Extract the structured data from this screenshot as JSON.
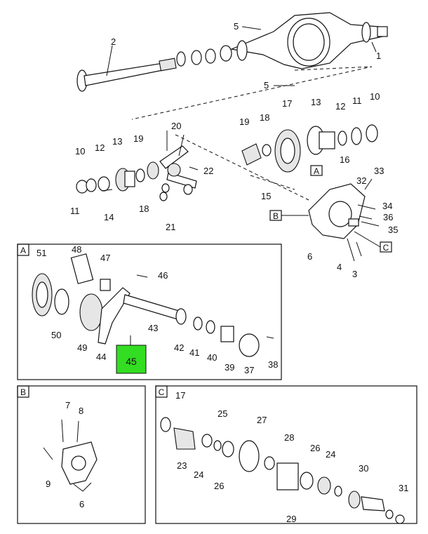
{
  "callouts_main": [
    "1",
    "2",
    "3",
    "4",
    "5",
    "5",
    "6",
    "10",
    "10",
    "11",
    "11",
    "12",
    "12",
    "13",
    "13",
    "14",
    "15",
    "16",
    "17",
    "18",
    "18",
    "19",
    "19",
    "20",
    "21",
    "22",
    "32",
    "33",
    "34",
    "35",
    "36"
  ],
  "callouts_a": [
    "37",
    "38",
    "39",
    "40",
    "41",
    "42",
    "43",
    "44",
    "46",
    "47",
    "48",
    "49",
    "50",
    "51"
  ],
  "highlight_callout": "45",
  "callouts_b": [
    "6",
    "7",
    "8",
    "9"
  ],
  "callouts_c": [
    "17",
    "23",
    "24",
    "24",
    "25",
    "26",
    "26",
    "27",
    "28",
    "29",
    "30",
    "31"
  ],
  "section_tags": {
    "a": "A",
    "b": "B",
    "c": "C"
  },
  "highlight_color": "#33dd22"
}
